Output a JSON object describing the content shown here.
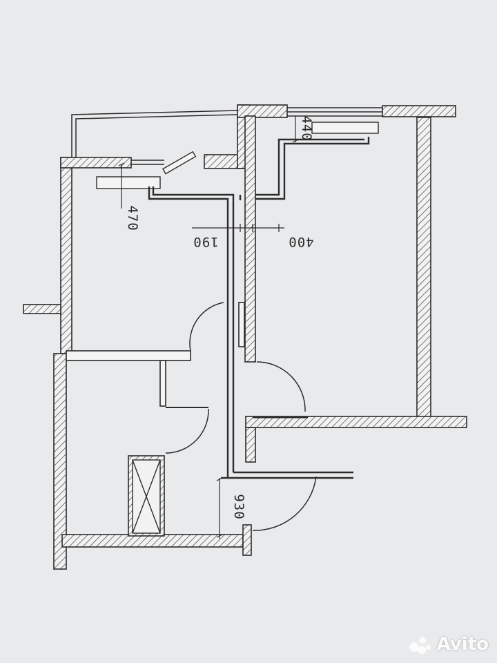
{
  "plan": {
    "dimensions": [
      "440",
      "470",
      "190",
      "400",
      "930"
    ]
  },
  "watermark": {
    "text": "Avito"
  },
  "colors": {
    "paper": "#e9eaec",
    "line": "#2b2b2b",
    "hatch": "#555555"
  }
}
